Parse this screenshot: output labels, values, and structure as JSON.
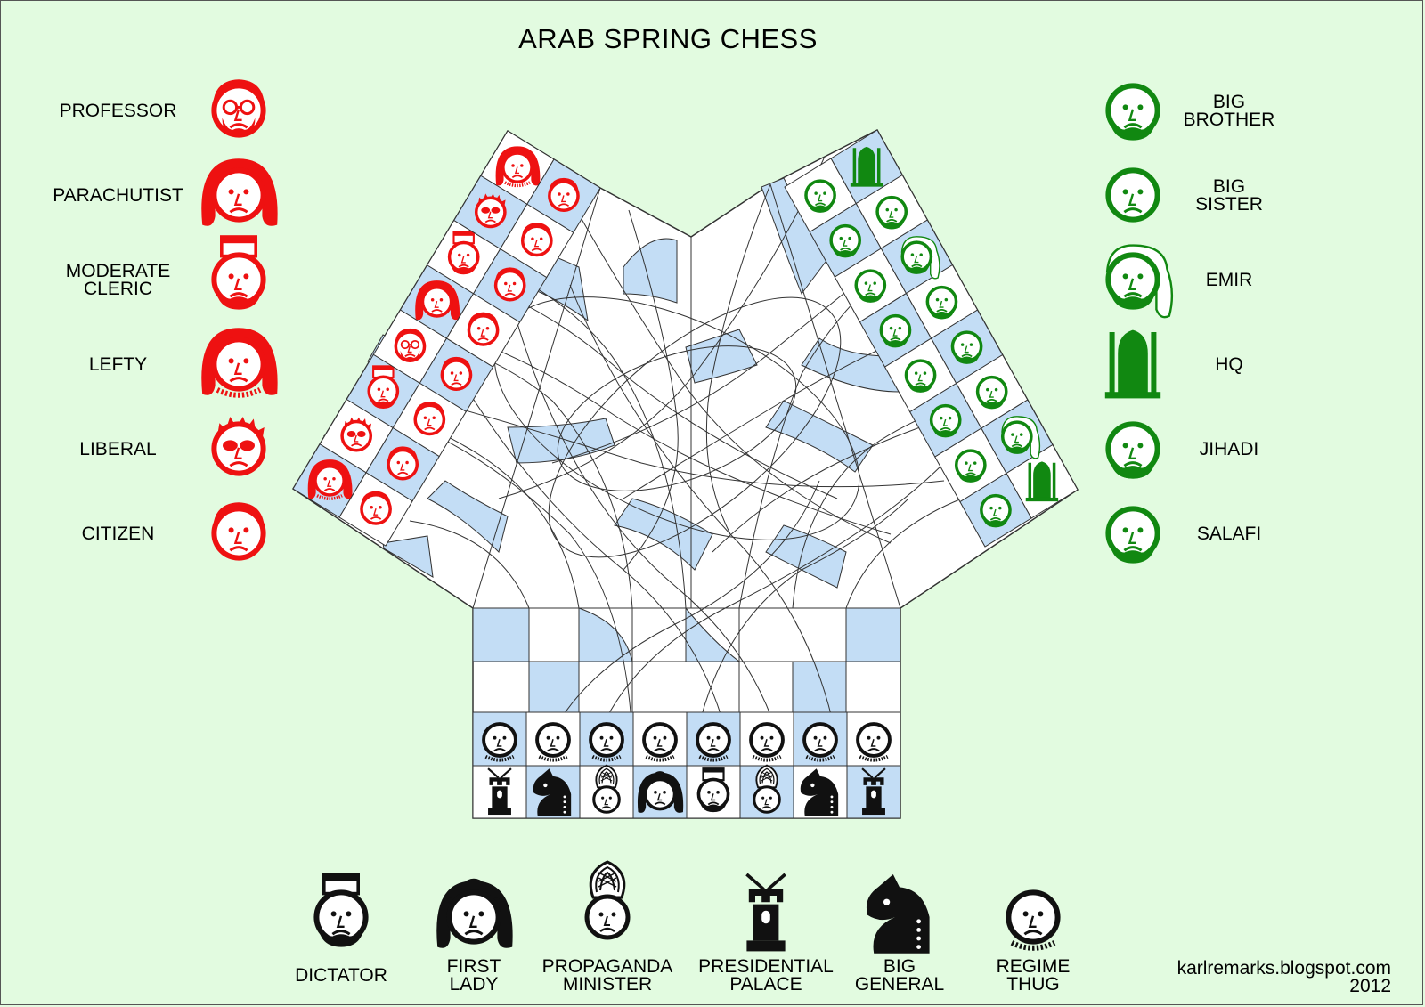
{
  "title": "ARAB SPRING CHESS",
  "credit": {
    "site": "karlremarks.blogspot.com",
    "year": "2012"
  },
  "colors": {
    "background": "#e2fbe0",
    "square_light": "#ffffff",
    "square_dark": "#c3ddf5",
    "red_team": "#ee1111",
    "green_team": "#118811",
    "black_team": "#111111"
  },
  "red_legend": [
    {
      "name": "PROFESSOR",
      "icon": "professor-icon"
    },
    {
      "name": "PARACHUTIST",
      "icon": "parachutist-icon"
    },
    {
      "name": "MODERATE\nCLERIC",
      "icon": "moderate-cleric-icon"
    },
    {
      "name": "LEFTY",
      "icon": "lefty-icon"
    },
    {
      "name": "LIBERAL",
      "icon": "liberal-icon"
    },
    {
      "name": "CITIZEN",
      "icon": "citizen-icon"
    }
  ],
  "green_legend": [
    {
      "name": "BIG\nBROTHER",
      "icon": "big-brother-icon"
    },
    {
      "name": "BIG\nSISTER",
      "icon": "big-sister-icon"
    },
    {
      "name": "EMIR",
      "icon": "emir-icon"
    },
    {
      "name": "HQ",
      "icon": "hq-icon"
    },
    {
      "name": "JIHADI",
      "icon": "jihadi-icon"
    },
    {
      "name": "SALAFI",
      "icon": "salafi-icon"
    }
  ],
  "black_legend": [
    {
      "name": "DICTATOR",
      "icon": "dictator-icon"
    },
    {
      "name": "FIRST\nLADY",
      "icon": "first-lady-icon"
    },
    {
      "name": "PROPAGANDA\nMINISTER",
      "icon": "propaganda-minister-icon"
    },
    {
      "name": "PRESIDENTIAL\nPALACE",
      "icon": "presidential-palace-icon"
    },
    {
      "name": "BIG\nGENERAL",
      "icon": "big-general-icon"
    },
    {
      "name": "REGIME\nTHUG",
      "icon": "regime-thug-icon"
    }
  ],
  "board": {
    "black_back_rank": [
      "presidential-palace",
      "big-general",
      "propaganda-minister",
      "first-lady",
      "dictator",
      "propaganda-minister",
      "big-general",
      "presidential-palace"
    ],
    "black_pawn_rank": [
      "regime-thug",
      "regime-thug",
      "regime-thug",
      "regime-thug",
      "regime-thug",
      "regime-thug",
      "regime-thug",
      "regime-thug"
    ],
    "red_back_rank": [
      "lefty",
      "liberal",
      "moderate-cleric",
      "professor",
      "parachutist",
      "moderate-cleric",
      "liberal",
      "lefty"
    ],
    "red_pawn_rank": [
      "citizen",
      "citizen",
      "citizen",
      "citizen",
      "citizen",
      "citizen",
      "citizen",
      "citizen"
    ],
    "green_back_rank": [
      "hq",
      "emir",
      "big-brother",
      "big-brother",
      "jihadi",
      "emir",
      "jihadi",
      "hq"
    ],
    "green_pawn_rank": [
      "salafi",
      "salafi",
      "salafi",
      "salafi",
      "salafi",
      "salafi",
      "salafi",
      "salafi"
    ]
  }
}
